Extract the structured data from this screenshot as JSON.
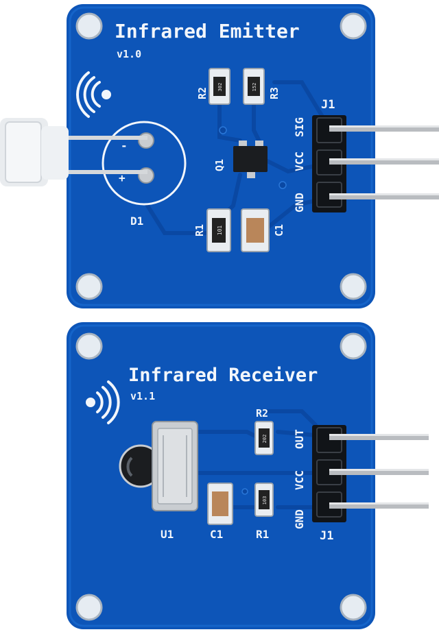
{
  "colors": {
    "pcb": "#0d55b8",
    "pcb_dark": "#0a3f8e",
    "pcb_edge": "#0c4aa3",
    "trace": "#0a48a3",
    "silk": "#f2f6fb",
    "header": "#111418",
    "pin": "#b9bcc0"
  },
  "emitter": {
    "title": "Infrared Emitter",
    "version": "v1.0",
    "icon": "ir-waves-left-icon",
    "labels": {
      "r2": "R2",
      "r3": "R3",
      "j1": "J1",
      "q1": "Q1",
      "d1": "D1",
      "r1": "R1",
      "c1": "C1",
      "plus": "+",
      "minus": "-"
    },
    "pins": [
      "SIG",
      "VCC",
      "GND"
    ],
    "resistor_codes": [
      "302",
      "152",
      "101"
    ]
  },
  "receiver": {
    "title": "Infrared Receiver",
    "version": "v1.1",
    "icon": "ir-waves-right-icon",
    "labels": {
      "r2": "R2",
      "r1": "R1",
      "u1": "U1",
      "c1": "C1",
      "j1": "J1"
    },
    "pins": [
      "OUT",
      "VCC",
      "GND"
    ],
    "resistor_codes": [
      "202",
      "103"
    ]
  }
}
